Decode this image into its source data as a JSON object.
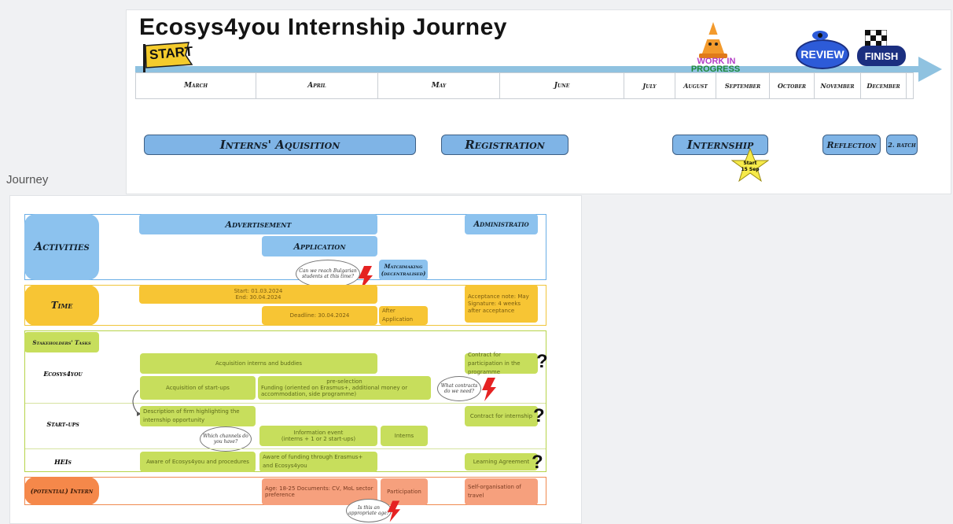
{
  "frame_label": "Journey",
  "timeline": {
    "title": "Ecosys4you Internship Journey",
    "start_label": "START",
    "wip_line1": "WORK IN",
    "wip_line2": "PROGRESS",
    "review_label": "REVIEW",
    "finish_label": "FINISH",
    "months": [
      "March",
      "April",
      "May",
      "June",
      "July",
      "August",
      "September",
      "October",
      "November",
      "December"
    ],
    "phases": {
      "acquisition": "Interns' Aquisition",
      "registration": "Registration",
      "internship": "Internship",
      "reflection": "Reflection",
      "batch": "2. batch"
    },
    "star_text_1": "Start",
    "star_text_2": "15 Sep"
  },
  "board": {
    "activities_label": "Activities",
    "advertisement": "Advertisement",
    "administration": "Administratio",
    "application": "Application",
    "matchmaking_1": "Matchmaking",
    "matchmaking_2": "(decentralised)",
    "bubble_students": "Can we reach Bulgarian students at this time?",
    "time_label": "Time",
    "time_start": "Start: 01.03.2024",
    "time_end": "End: 30.04.2024",
    "deadline": "Deadline: 30.04.2024",
    "after_application": "After Application",
    "acceptance": "Acceptance note: May Signature: 4 weeks after acceptance",
    "stakeholders_label": "Stakeholders' Tasks",
    "ecosys_label": "Ecosys4you",
    "acq_interns": "Acquisition interns and buddies",
    "contract_participation": "Contract for participation in the programme",
    "acq_startups": "Acquisition of start-ups",
    "preselection": "pre-selection",
    "funding": "Funding (oriented on Erasmus+, additional money or accommodation, side programme)",
    "bubble_contracts": "What contracts do we need?",
    "startups_label": "Start-ups",
    "description_firm": "Description of firm highlighting the internship opportunity",
    "contract_internship": "Contract for internship",
    "bubble_channels": "Which channels do you have?",
    "info_event": "Information event",
    "info_event_sub": "(interns + 1 or 2 start-ups)",
    "interns": "Interns",
    "heis_label": "HEIs",
    "aware_eco": "Aware of Ecosys4you and procedures",
    "aware_funding": "Aware of funding through Erasmus+ and Ecosys4you",
    "learning_agreement": "Learning Agreement",
    "intern_label": "(potential) Intern",
    "age_docs": "Age: 18-25 Documents: CV, MoL sector preference",
    "participation": "Participation",
    "self_org": "Self-organisation of travel",
    "bubble_age": "Is this an appropriate age?",
    "qmark": "?"
  },
  "colors": {
    "blue": "#8cc2ee",
    "yellow": "#f7c534",
    "lime": "#c7de5c",
    "orange": "#f5884a",
    "salmon": "#f6a07d",
    "arrow": "#8fc2e0"
  }
}
